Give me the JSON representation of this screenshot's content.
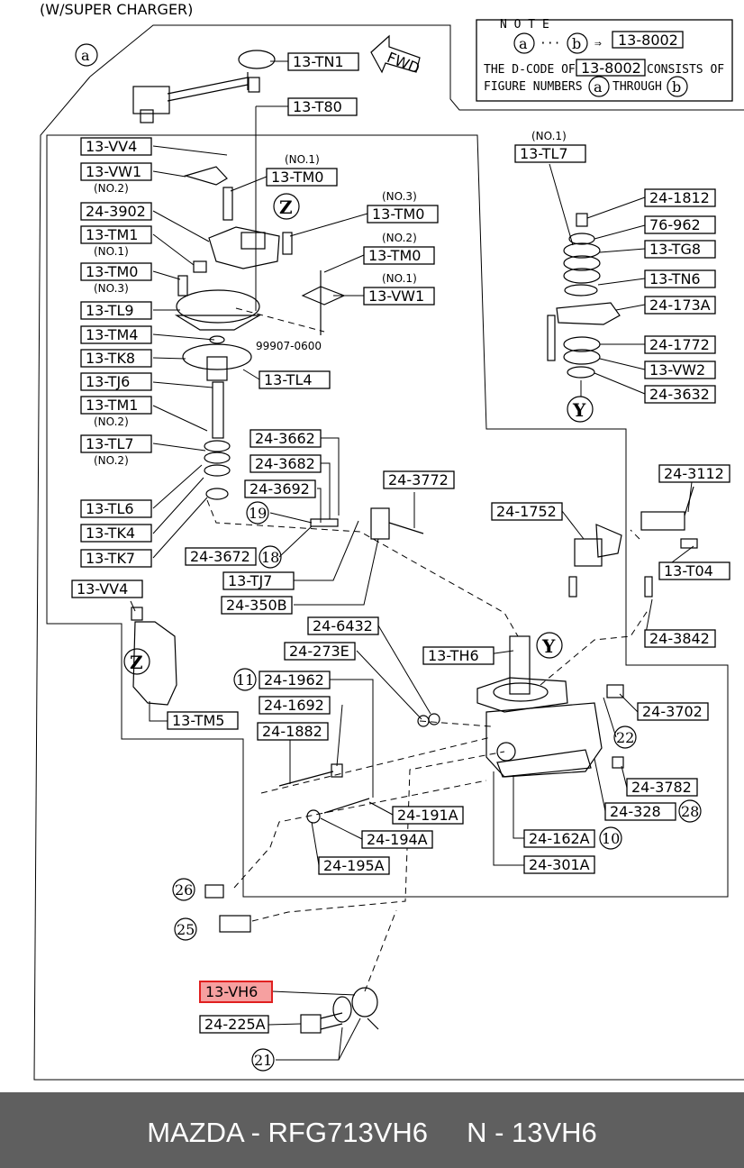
{
  "title": "(W/SUPER CHARGER)",
  "note": {
    "heading": "N O T E",
    "ref_from": "a",
    "ref_dots": "···",
    "ref_to": "b",
    "arrow": "⇒",
    "code": "13-8002",
    "line2_pre": "THE D-CODE OF",
    "line2_post": "CONSISTS OF",
    "line3_pre": "FIGURE NUMBERS",
    "line3_mid": "THROUGH"
  },
  "fwd": "FWD",
  "labels": {
    "tn1": "13-TN1",
    "t80": "13-T80",
    "vv4a": "13-VV4",
    "vw1a": "13-VW1",
    "tm0a": "13-TM0",
    "n3902": "24-3902",
    "tm1a": "13-TM1",
    "tm0b": "13-TM0",
    "tm0c": "13-TM0",
    "tm0d": "13-TM0",
    "vw1b": "13-VW1",
    "tl9": "13-TL9",
    "tm4": "13-TM4",
    "tk8": "13-TK8",
    "tj6": "13-TJ6",
    "tl4": "13-TL4",
    "tm1b": "13-TM1",
    "tl7a": "13-TL7",
    "tl6": "13-TL6",
    "tk4": "13-TK4",
    "tk7": "13-TK7",
    "tl7b": "13-TL7",
    "n1812": "24-1812",
    "n76962": "76-962",
    "tg8": "13-TG8",
    "tn6": "13-TN6",
    "n173a": "24-173A",
    "n1772": "24-1772",
    "vw2": "13-VW2",
    "n3632": "24-3632",
    "n3662": "24-3662",
    "n3682": "24-3682",
    "n3692": "24-3692",
    "n3772": "24-3772",
    "n3672": "24-3672",
    "tj7": "13-TJ7",
    "n350b": "24-350B",
    "n1752": "24-1752",
    "n3112": "24-3112",
    "t04": "13-T04",
    "vv4b": "13-VV4",
    "tm5": "13-TM5",
    "n6432": "24-6432",
    "n273e": "24-273E",
    "th6": "13-TH6",
    "n3842": "24-3842",
    "n1962": "24-1962",
    "n1692": "24-1692",
    "n1882": "24-1882",
    "n3702": "24-3702",
    "n3782": "24-3782",
    "n328": "24-328",
    "n191a": "24-191A",
    "n194a": "24-194A",
    "n195a": "24-195A",
    "n162a": "24-162A",
    "n301a": "24-301A",
    "vh6": "13-VH6",
    "n225a": "24-225A"
  },
  "sublabels": {
    "no1a": "(NO.1)",
    "no2a": "(NO.2)",
    "no3a": "(NO.3)",
    "no2b": "(NO.2)",
    "no1b": "(NO.1)",
    "no1c": "(NO.1)",
    "no3b": "(NO.3)",
    "no2c": "(NO.2)",
    "no2d": "(NO.2)",
    "no1d": "(NO.1)",
    "p99907": "99907-0600"
  },
  "callouts": {
    "a": "a",
    "z1": "Z",
    "y1": "Y",
    "z2": "Z",
    "y2": "Y",
    "c19": "19",
    "c18": "18",
    "c11": "11",
    "c22": "22",
    "c28": "28",
    "c10": "10",
    "c26": "26",
    "c25": "25",
    "c21": "21"
  },
  "footer": "MAZDA - RFG713VH6     N - 13VH6",
  "highlight_color": "#f6a0a0"
}
